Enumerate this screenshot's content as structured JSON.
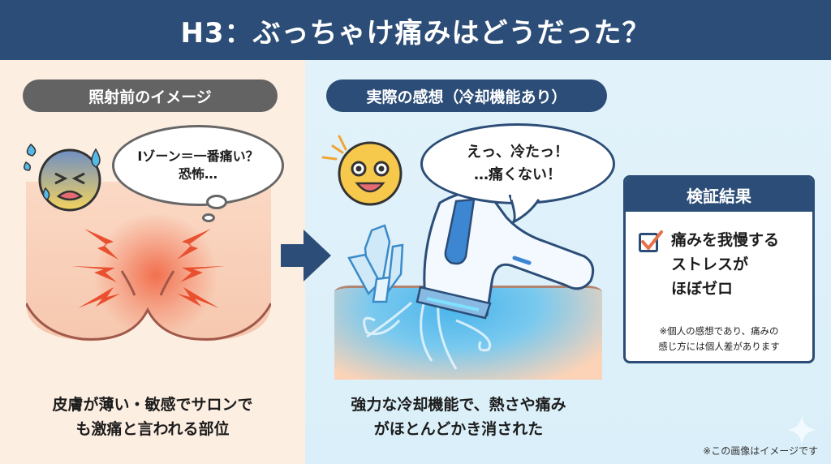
{
  "header": {
    "title": "H3：ぶっちゃけ痛みはどうだった？"
  },
  "left": {
    "label": "照射前のイメージ",
    "thought_line1": "Iゾーン＝一番痛い？",
    "thought_line2": "恐怖…",
    "caption_line1": "皮膚が薄い・敏感でサロンで",
    "caption_line2": "も激痛と言われる部位",
    "colors": {
      "panel": "#fdeee2",
      "pill": "#636363",
      "pain": "#e8502f"
    }
  },
  "right": {
    "label": "実際の感想（冷却機能あり）",
    "speech_line1": "えっ、冷たっ！",
    "speech_line2": "…痛くない！",
    "caption_line1": "強力な冷却機能で、熱さや痛み",
    "caption_line2": "がほとんどかき消された",
    "colors": {
      "panel": "#e2f2fa",
      "pill": "#2c4d77",
      "cool": "#49b4ea"
    }
  },
  "result": {
    "title": "検証結果",
    "line1": "痛みを我慢する",
    "line2": "ストレスが",
    "line3": "ほぼゼロ",
    "note_line1": "※個人の感想であり、痛みの",
    "note_line2": "感じ方には個人差があります",
    "check_color": "#e8704a"
  },
  "footnote": "※この画像はイメージです",
  "icons": [
    "scared-face-icon",
    "sweat-drop-icon",
    "lightning-pain-icon",
    "right-arrow-icon",
    "surprised-happy-face-icon",
    "ice-crystal-icon",
    "laser-device-icon",
    "checkbox-checked-icon",
    "sparkle-icon"
  ]
}
